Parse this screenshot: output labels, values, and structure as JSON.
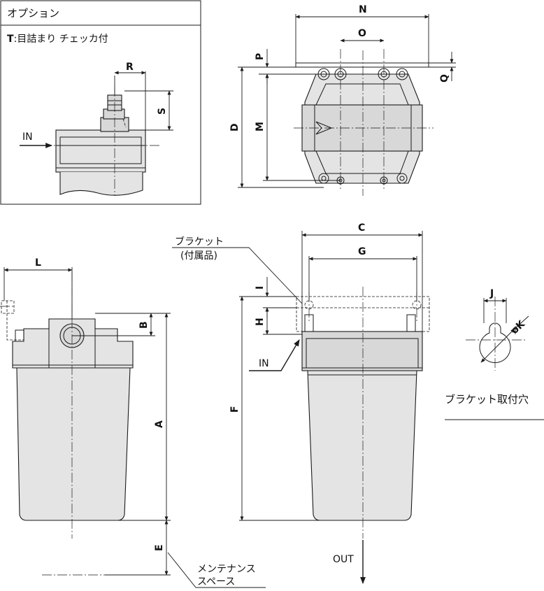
{
  "option_box": {
    "title": "オプション",
    "option_code": "T",
    "option_desc": ":目詰まり チェッカ付",
    "in_label": "IN"
  },
  "dimensions": {
    "A": "A",
    "B": "B",
    "C": "C",
    "D": "D",
    "E": "E",
    "F": "F",
    "G": "G",
    "H": "H",
    "I": "I",
    "J": "J",
    "K": "øK",
    "L": "L",
    "M": "M",
    "N": "N",
    "O": "O",
    "P": "P",
    "Q": "Q",
    "R": "R",
    "S": "S"
  },
  "callouts": {
    "bracket_line1": "ブラケット",
    "bracket_line2": "(付属品)",
    "in_label": "IN",
    "out_label": "OUT",
    "bracket_hole": "ブラケット取付穴",
    "maintenance_line1": "メンテナンス",
    "maintenance_line2": "スペース"
  }
}
